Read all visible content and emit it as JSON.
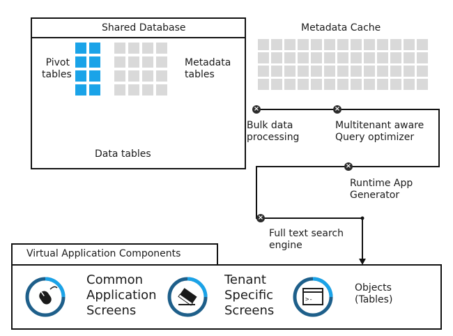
{
  "shared_db": {
    "title": "Shared Database",
    "pivot_label": "Pivot\ntables",
    "metadata_label": "Metadata\ntables",
    "data_label": "Data tables"
  },
  "cache": {
    "title": "Metadata Cache"
  },
  "nodes": {
    "bulk": "Bulk data\nprocessing",
    "optimizer": "Multitenant aware\nQuery optimizer",
    "runtime": "Runtime App\nGenerator",
    "fulltext": "Full text search\nengine"
  },
  "vac": {
    "title": "Virtual Application Components",
    "items": [
      {
        "label": "Common\nApplication\nScreens",
        "icon": "mouse-icon"
      },
      {
        "label": "Tenant\nSpecific\nScreens",
        "icon": "eraser-icon"
      },
      {
        "label": "Objects\n(Tables)",
        "icon": "terminal-window-icon"
      }
    ]
  },
  "colors": {
    "accent": "#1aa3e8",
    "ring": "#1e5f8a",
    "gray": "#d9d9d9",
    "line": "#111111"
  }
}
